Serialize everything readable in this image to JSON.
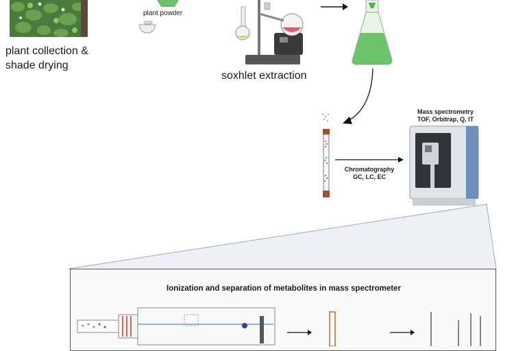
{
  "labels": {
    "plant_collection": "plant collection &",
    "shade_drying": "shade drying",
    "plant_powder": "plant powder",
    "soxhlet": "soxhlet extraction",
    "ms_title": "Mass spectrometry",
    "ms_types": "TOF, Orbitrap, Q, IT",
    "chrom_title": "Chromatography",
    "chrom_types": "GC, LC, EC",
    "ionization_title": "Ionization and separation of metabolites in mass spectrometer"
  },
  "colors": {
    "plant_green": "#3f7a36",
    "extract_green": "#6cc36a",
    "ms_body": "#d7dde3",
    "ms_accent": "#3b6ea8",
    "column_red": "#c0392b"
  }
}
